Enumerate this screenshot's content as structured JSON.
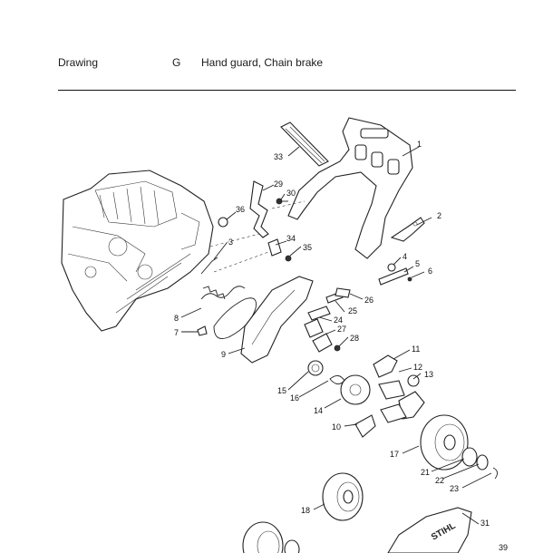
{
  "header": {
    "section_label": "Drawing",
    "section_code": "G",
    "section_title": "Hand guard, Chain brake"
  },
  "callouts": [
    "1",
    "2",
    "3",
    "4",
    "5",
    "6",
    "7",
    "8",
    "9",
    "10",
    "11",
    "12",
    "13",
    "14",
    "15",
    "16",
    "17",
    "18",
    "21",
    "22",
    "23",
    "24",
    "25",
    "26",
    "27",
    "28",
    "29",
    "30",
    "31",
    "33",
    "34",
    "35",
    "36",
    "39"
  ],
  "brand_text": "STIHL"
}
